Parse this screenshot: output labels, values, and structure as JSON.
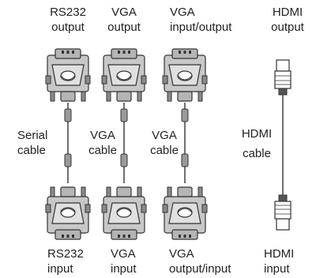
{
  "labels": {
    "rs232_output": [
      "RS232",
      "output"
    ],
    "vga_output": [
      "VGA",
      "output"
    ],
    "vga_input_output": [
      "VGA",
      "input/output"
    ],
    "hdmi_output": [
      "HDMI",
      "output"
    ],
    "serial_cable": [
      "Serial",
      "cable"
    ],
    "vga_cable_1": [
      "VGA",
      "cable"
    ],
    "vga_cable_2": [
      "VGA",
      "cable"
    ],
    "hdmi_cable": [
      "HDMI",
      "cable"
    ],
    "rs232_input": [
      "RS232",
      "input"
    ],
    "vga_input": [
      "VGA",
      "input"
    ],
    "vga_output_input": [
      "VGA",
      "output/input"
    ],
    "hdmi_input": [
      "HDMI",
      "input"
    ]
  },
  "colors": {
    "connector_fill": "#c8c8c8",
    "connector_dark": "#8a8a8a",
    "outline": "#333333",
    "text": "#222222"
  }
}
